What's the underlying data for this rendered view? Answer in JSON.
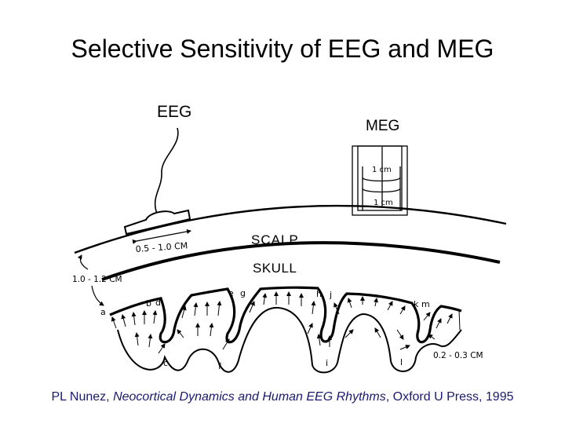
{
  "slide": {
    "title": "Selective Sensitivity of EEG and MEG"
  },
  "figure": {
    "eeg_label": "EEG",
    "meg_label": "MEG",
    "meg_cm_top": "1 cm",
    "meg_cm_bottom": "1 cm",
    "scalp_label": "SCALP",
    "skull_label": "SKULL",
    "electrode_size": "0.5 - 1.0  CM",
    "skull_thickness": "1.0 - 1.2  CM",
    "cortex_thickness": "0.2 - 0.3  CM",
    "letters": {
      "a": "a",
      "b": "b",
      "c": "c",
      "d": "d",
      "e": "e",
      "f": "f",
      "g": "g",
      "h": "h",
      "i": "i",
      "j": "j",
      "k": "k",
      "l": "l",
      "m": "m"
    }
  },
  "citation": {
    "author": "PL Nunez, ",
    "work": "Neocortical Dynamics and Human EEG Rhythms",
    "publisher": ", Oxford U Press, 1995"
  }
}
